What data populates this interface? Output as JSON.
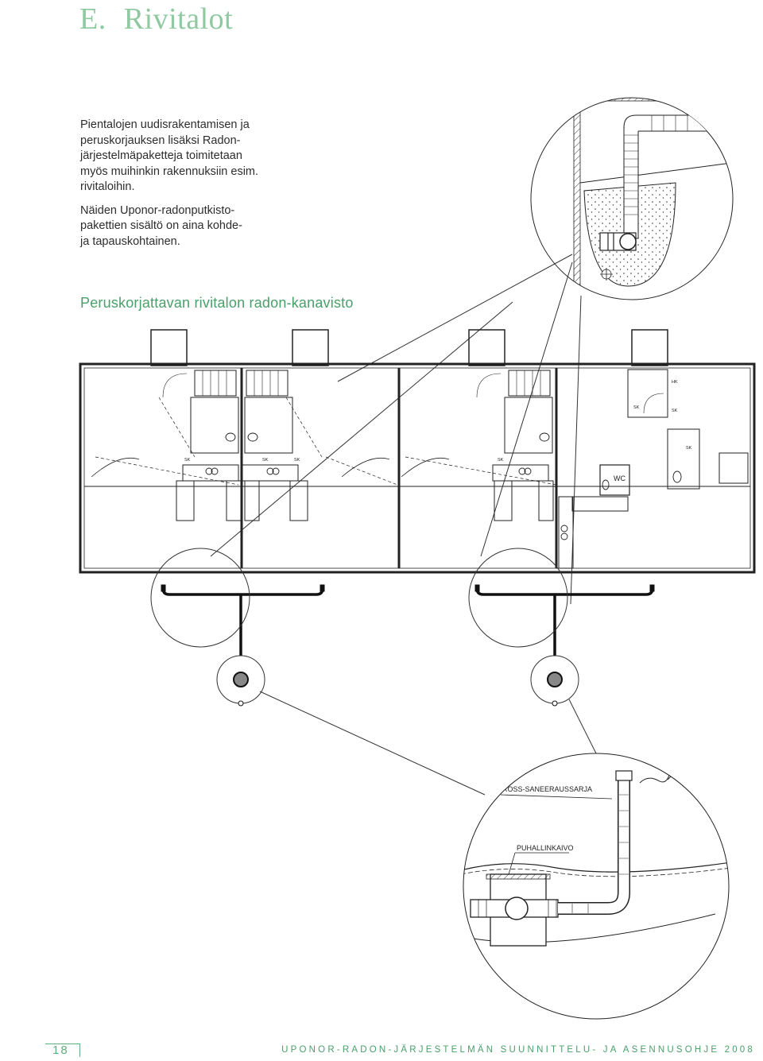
{
  "page": {
    "title_letter": "E.",
    "title": "Rivitalot",
    "intro_paragraphs": [
      "Pientalojen uudisrakentamisen ja\nperuskorjauksen lisäksi Radon-\njärjestelmäpaketteja toimitetaan\nmyös muihinkin rakennuksiin esim.\nrivitaloihin.",
      "Näiden Uponor-radonputkisto-\npakettien sisältö on aina kohde-\nja tapauskohtainen."
    ],
    "subheading": "Peruskorjattavan rivitalon radon-kanavisto"
  },
  "drawing": {
    "room_labels": [
      "SK",
      "SK",
      "SK",
      "SK",
      "SK",
      "SK",
      "WC",
      "HK",
      "SK"
    ],
    "detail_labels": {
      "ross": "ROSS-SANEERAUSSARJA",
      "fan_well": "PUHALLINKAIVO"
    }
  },
  "footer": {
    "page_number": "18",
    "doc_title": "UPONOR-RADON-JÄRJESTELMÄN SUUNNITTELU- JA ASENNUSOHJE 2008"
  },
  "colors": {
    "title": "#8fc9a0",
    "accent": "#4aa06a",
    "line": "#1a1a1a"
  }
}
